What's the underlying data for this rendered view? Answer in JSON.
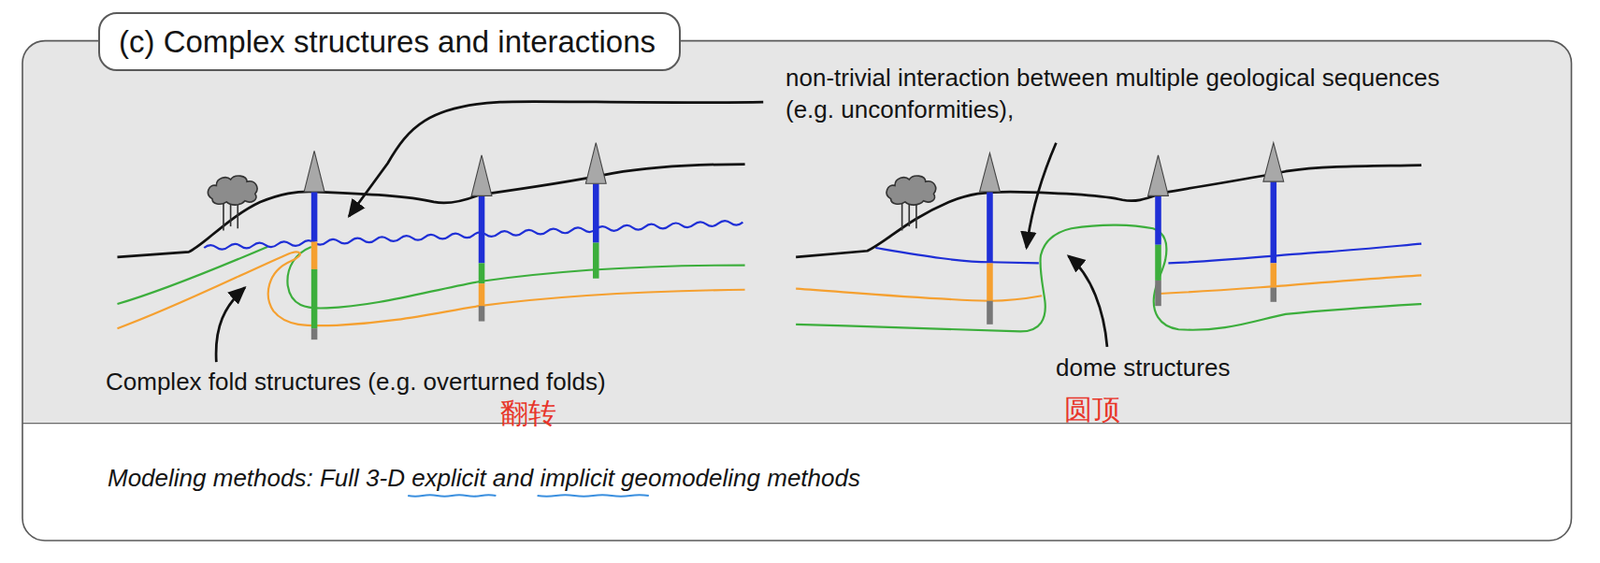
{
  "diagram": {
    "title": "(c) Complex structures and interactions",
    "caption": "Modeling methods: Full 3-D explicit and implicit geomodeling methods",
    "labels": [
      "non-trivial interaction between multiple geological sequences (e.g. unconformities),",
      "Complex fold structures (e.g. overturned folds)",
      "翻转",
      "dome structures",
      "圆顶"
    ]
  }
}
